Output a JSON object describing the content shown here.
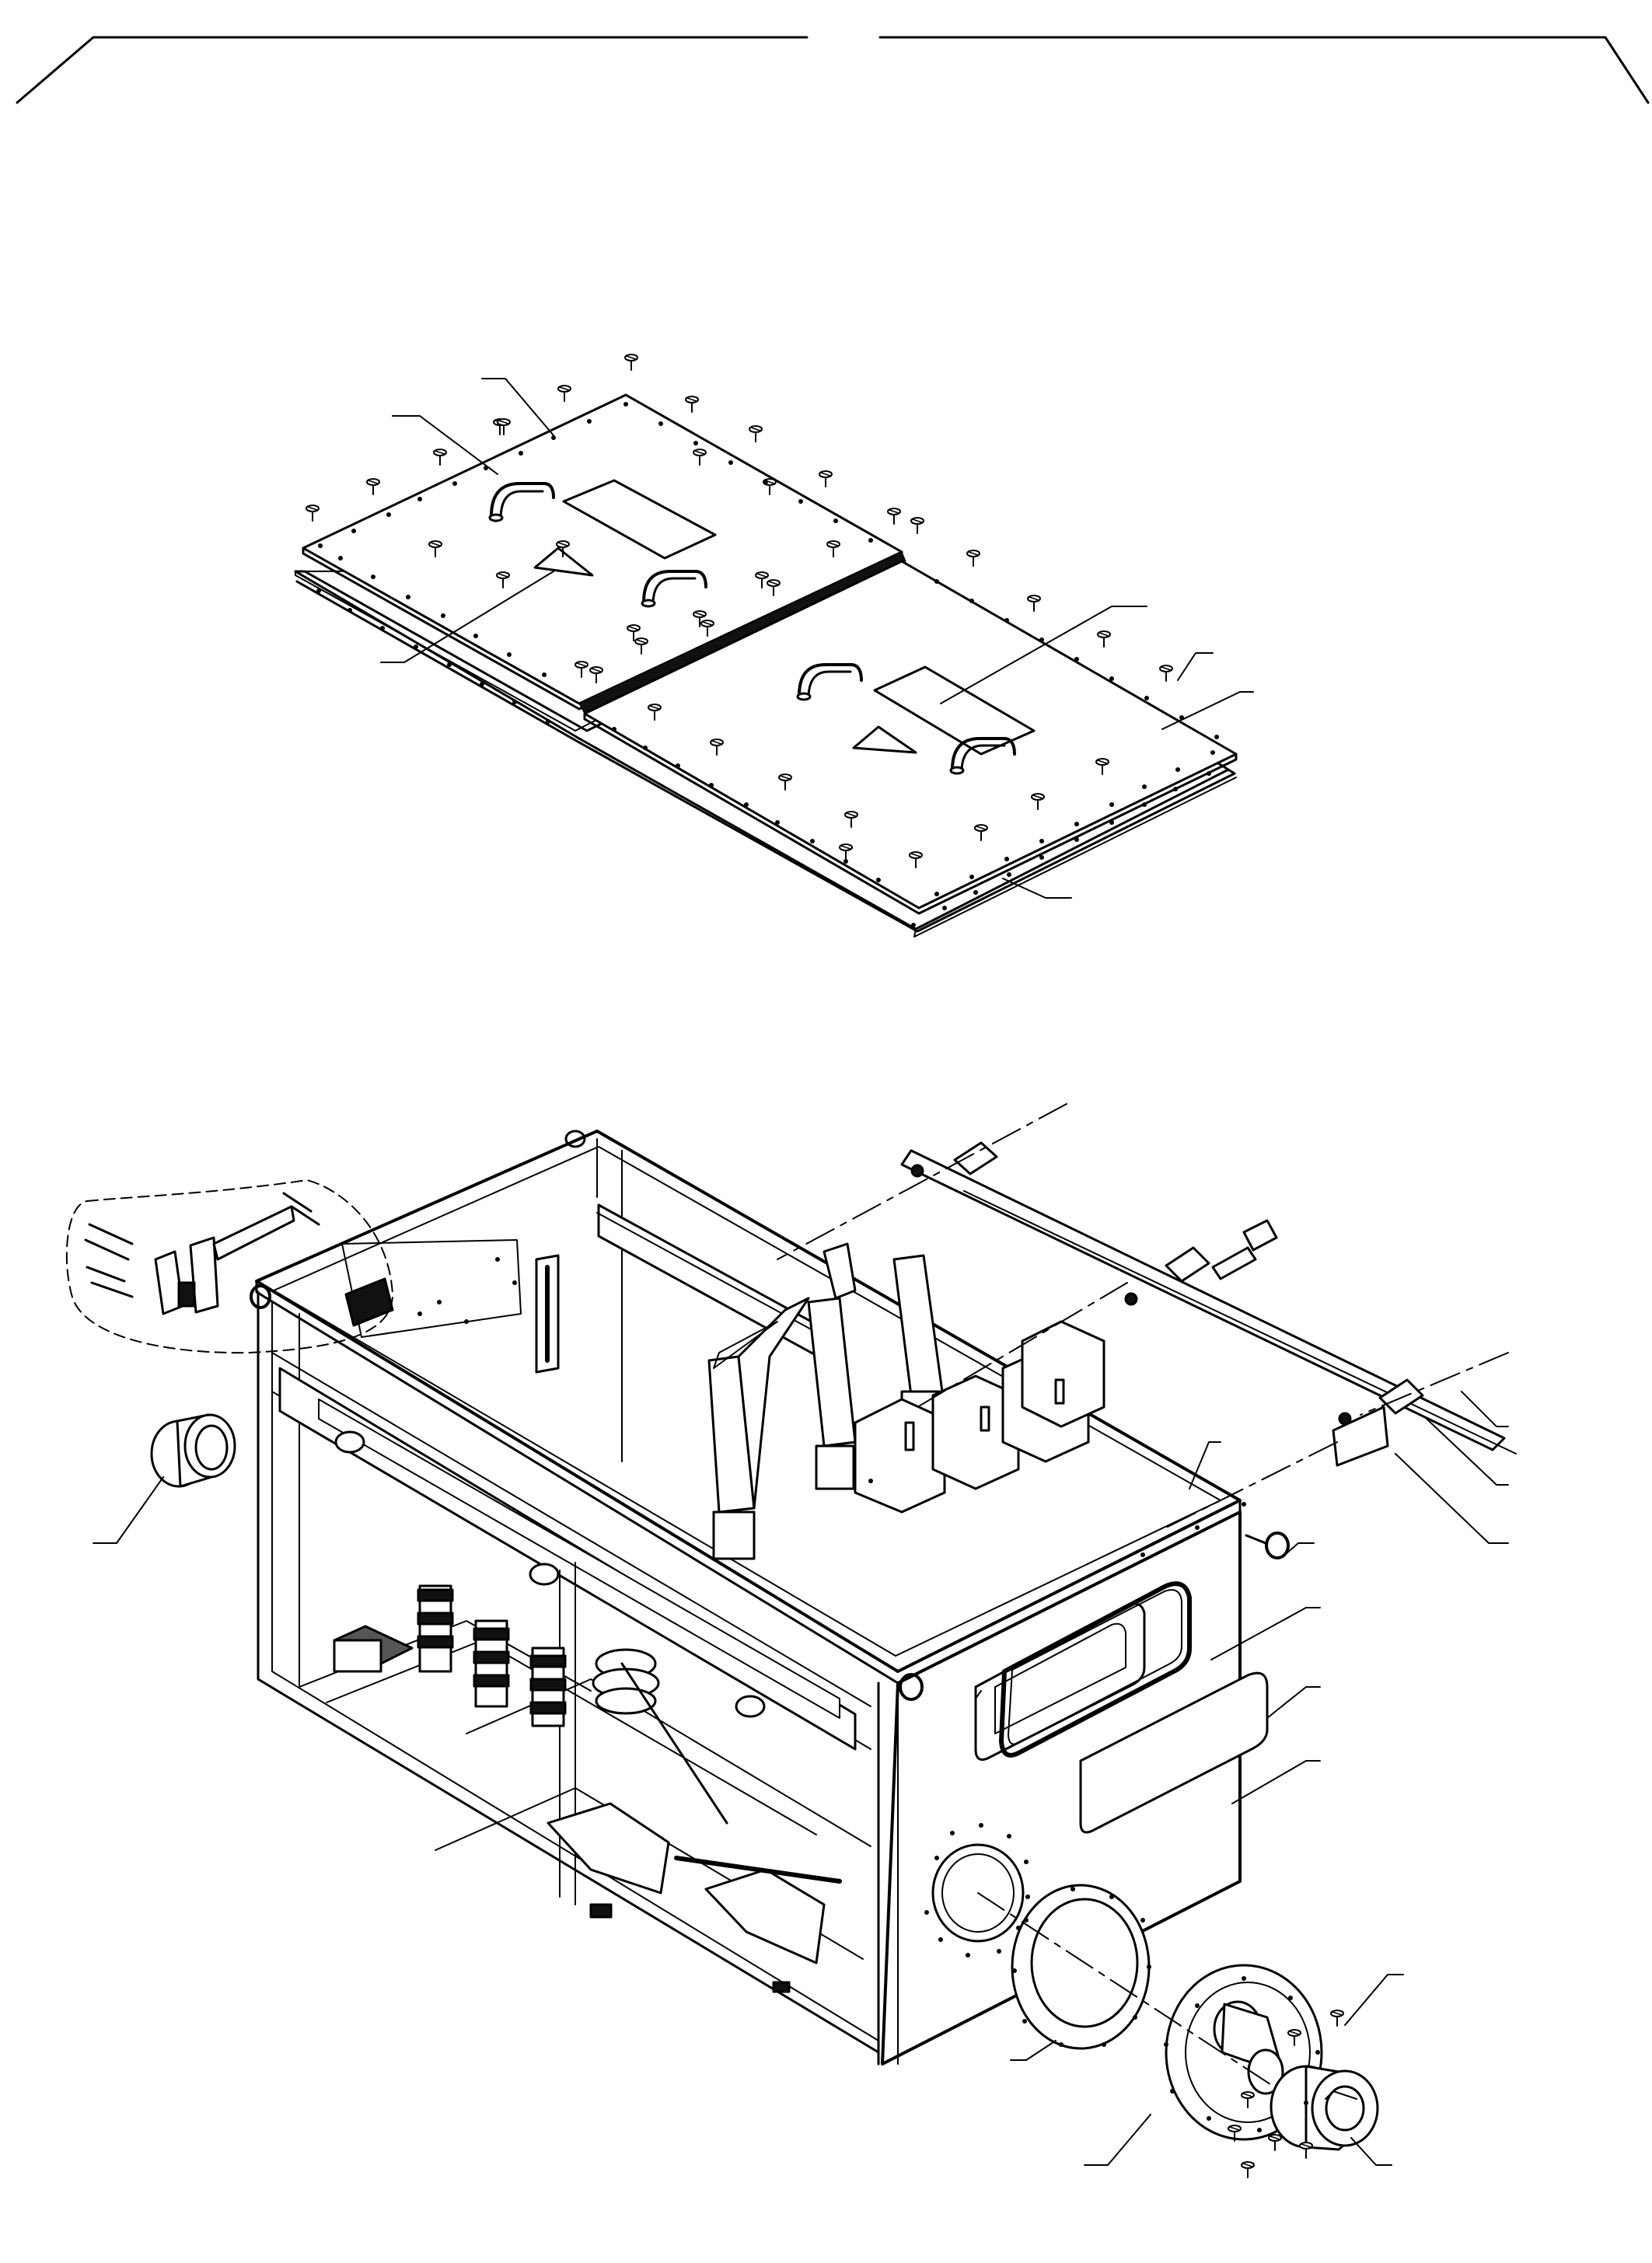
{
  "document": {
    "type": "exploded-view-parts-drawing",
    "header_text": "",
    "callout_labels": []
  },
  "colors": {
    "line": "#000000",
    "paper": "#ffffff",
    "dark_fill": "#111111",
    "mid_fill": "#555555",
    "light_fill": "#dddddd"
  },
  "views": [
    {
      "id": "cover-panels-exploded",
      "parts": [
        "cover-plate",
        "cover-plate",
        "gasket",
        "handle",
        "handle",
        "handle",
        "handle",
        "screw",
        "label-plate",
        "warning-triangle-label"
      ]
    },
    {
      "id": "enclosure-exploded",
      "parts": [
        "enclosure-frame",
        "terminal-board-detail",
        "insulator-bushing",
        "lifting-eye",
        "window-gasket",
        "window-glass",
        "side-panel",
        "flange-gasket",
        "mounting-flange",
        "coupling",
        "cap-screw",
        "bus-bar",
        "spacer",
        "bolt",
        "bracket"
      ]
    }
  ]
}
